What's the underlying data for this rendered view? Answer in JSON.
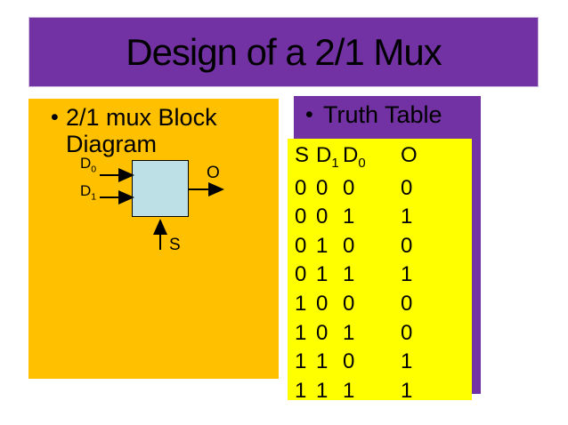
{
  "slide": {
    "title": "Design of a 2/1 Mux",
    "bullet_char": "•"
  },
  "colors": {
    "title_banner_bg": "#7232A3",
    "left_panel_bg": "#FFC000",
    "truth_panel_bg": "#7232A3",
    "truth_table_bg": "#FFFF00",
    "mux_box_fill": "#BCE0E6",
    "text": "#000000"
  },
  "left_panel": {
    "bullet_label": "2/1 mux Block Diagram",
    "diagram": {
      "input0": {
        "base": "D",
        "sub": "0"
      },
      "input1": {
        "base": "D",
        "sub": "1"
      },
      "output_label": "O",
      "select_label": "S"
    }
  },
  "truth_panel": {
    "title": "Truth Table",
    "table": {
      "header": [
        {
          "base": "S",
          "sub": ""
        },
        {
          "base": "D",
          "sub": "1"
        },
        {
          "base": "D",
          "sub": "0"
        },
        {
          "base": "O",
          "sub": ""
        }
      ],
      "rows": [
        [
          "0",
          "0",
          "0",
          "0"
        ],
        [
          "0",
          "0",
          "1",
          "1"
        ],
        [
          "0",
          "1",
          "0",
          "0"
        ],
        [
          "0",
          "1",
          "1",
          "1"
        ],
        [
          "1",
          "0",
          "0",
          "0"
        ],
        [
          "1",
          "0",
          "1",
          "0"
        ],
        [
          "1",
          "1",
          "0",
          "1"
        ],
        [
          "1",
          "1",
          "1",
          "1"
        ]
      ]
    }
  }
}
